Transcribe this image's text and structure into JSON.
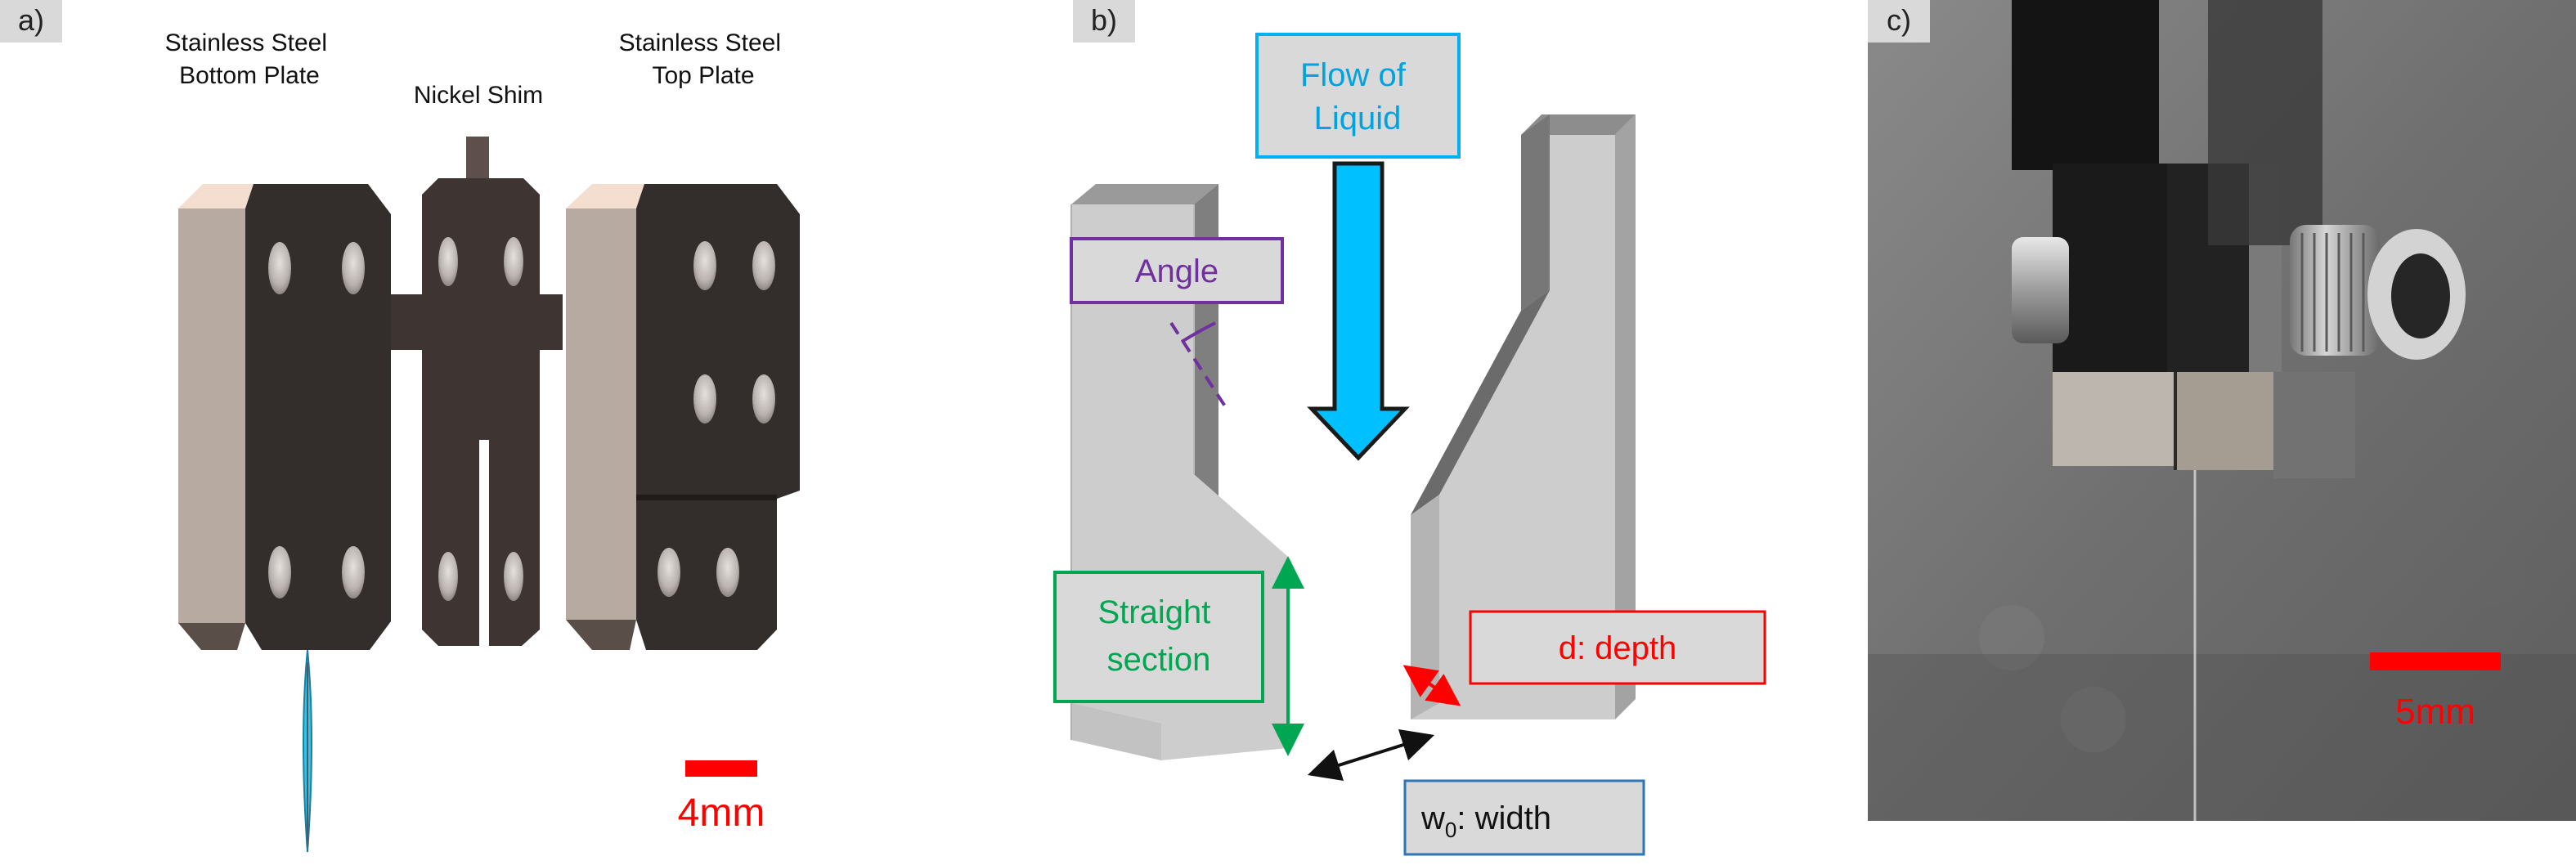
{
  "panels": {
    "a": {
      "label": "a)",
      "parts": {
        "bottom_plate": [
          "Stainless Steel",
          "Bottom Plate"
        ],
        "shim": "Nickel Shim",
        "top_plate": [
          "Stainless Steel",
          "Top Plate"
        ]
      },
      "scale_bar": "4mm"
    },
    "b": {
      "label": "b)",
      "flow": [
        "Flow of",
        "Liquid"
      ],
      "angle": "Angle",
      "straight": [
        "Straight",
        "section"
      ],
      "depth": "d:  depth",
      "width_symbol": "w",
      "width_subscript": "0",
      "width_text": ":  width"
    },
    "c": {
      "label": "c)",
      "scale_bar": "5mm"
    }
  },
  "colors": {
    "label_box": "#d9d9d9",
    "flow_box": "#00b0f0",
    "flow_arrow": "#00bfff",
    "angle": "#7030a0",
    "straight": "#00a651",
    "depth": "#ff0000",
    "width_box": "#2e75b6",
    "scale_bar": "#ff0000"
  }
}
